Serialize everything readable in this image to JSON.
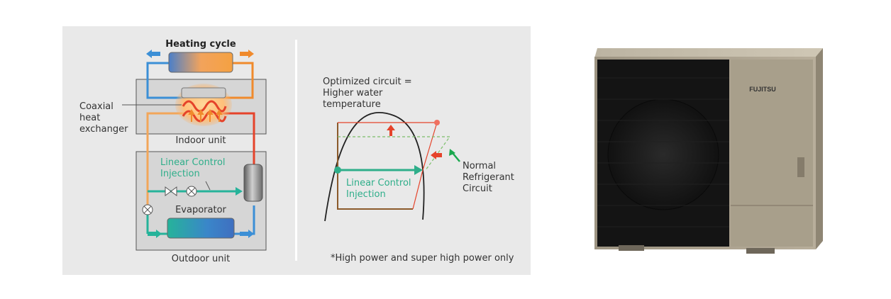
{
  "diagram": {
    "heating_cycle": "Heating cycle",
    "coaxial_line1": "Coaxial",
    "coaxial_line2": "heat",
    "coaxial_line3": "exchanger",
    "indoor_unit": "Indoor unit",
    "linear_line1": "Linear Control",
    "linear_line2": "Injection",
    "evaporator": "Evaporator",
    "outdoor_unit": "Outdoor unit"
  },
  "graph": {
    "title_line1": "Optimized circuit =",
    "title_line2": "Higher water",
    "title_line3": "temperature",
    "linear_line1": "Linear Control",
    "linear_line2": "Injection",
    "normal_line1": "Normal",
    "normal_line2": "Refrigerant",
    "normal_line3": "Circuit"
  },
  "footnote": "*High power and super high power only",
  "product": {
    "brand": "FUJITSU"
  },
  "colors": {
    "green": "#2fae8a",
    "blue": "#3b8fd6",
    "orange": "#f08a2c",
    "red": "#e5432a",
    "brown": "#8b5a2b",
    "panel_bg": "#e9e9e9"
  }
}
